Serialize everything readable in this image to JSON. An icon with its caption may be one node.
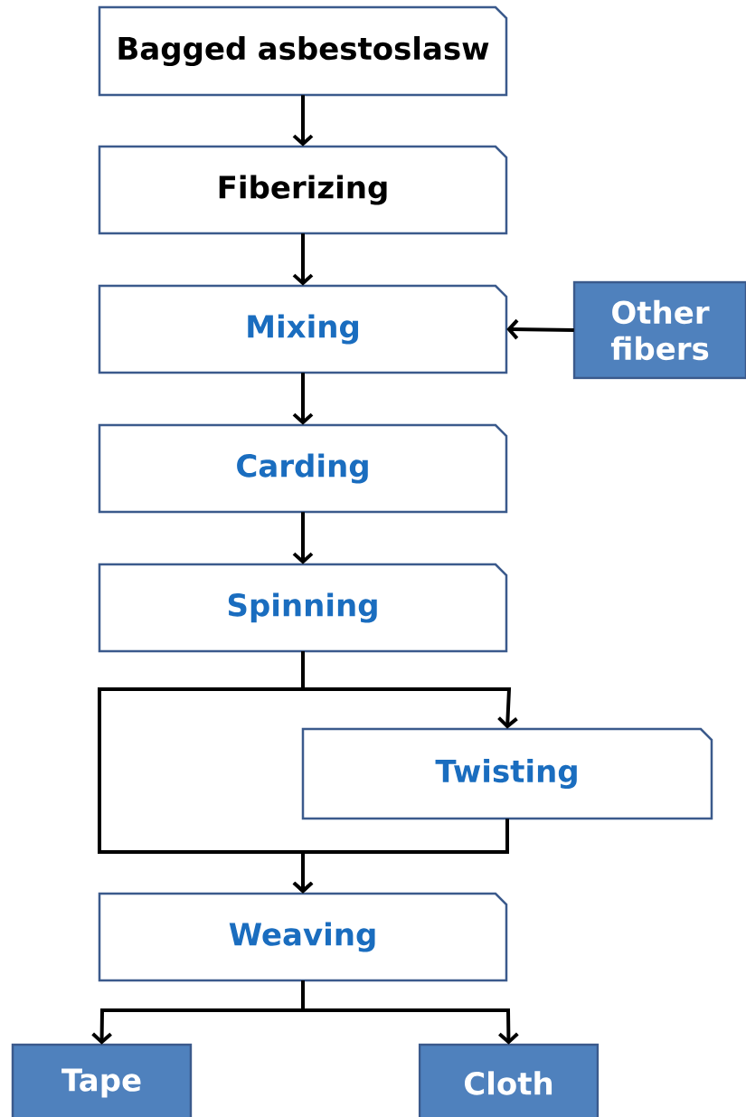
{
  "diagram": {
    "nodes": [
      {
        "text": [
          "Bagged asbestoslasw"
        ]
      },
      {
        "text": [
          "Fiberizing"
        ]
      },
      {
        "text": [
          "Mixing"
        ]
      },
      {
        "text": [
          "Other fibers"
        ]
      },
      {
        "text": [
          "Carding"
        ]
      },
      {
        "text": [
          "Spinning"
        ]
      },
      {
        "text": [
          "Twisting"
        ]
      },
      {
        "text": [
          "Weaving"
        ]
      },
      {
        "text": [
          "Tape"
        ]
      },
      {
        "text": [
          "Cloth"
        ]
      }
    ],
    "edges": [
      {
        "from": 0,
        "to": 1,
        "arrow": "to"
      },
      {
        "from": 1,
        "to": 2,
        "arrow": "to"
      },
      {
        "from": 3,
        "to": 2,
        "arrow": "to"
      },
      {
        "from": 2,
        "to": 4,
        "arrow": "to"
      },
      {
        "from": 4,
        "to": 5,
        "arrow": "to"
      },
      {
        "from": 5,
        "to": 6,
        "arrow": "to"
      },
      {
        "from": 5,
        "to": 7,
        "arrow": "to"
      },
      {
        "from": 6,
        "to": 7,
        "arrow": "to"
      },
      {
        "from": 7,
        "to": 8,
        "arrow": "to"
      },
      {
        "from": 7,
        "to": 9,
        "arrow": "to"
      }
    ]
  }
}
